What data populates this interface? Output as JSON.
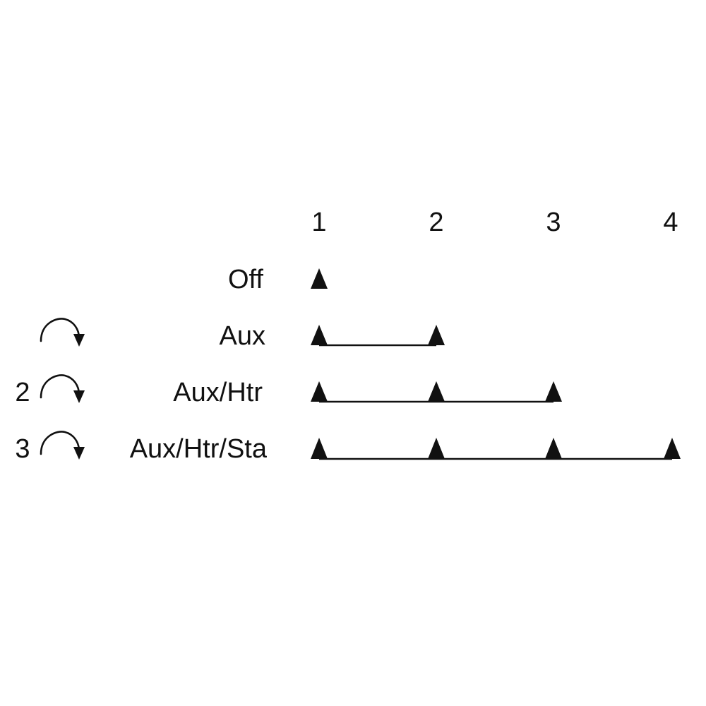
{
  "colors": {
    "ink": "#111111",
    "background": "#ffffff"
  },
  "columns": [
    "1",
    "2",
    "3",
    "4"
  ],
  "rows": [
    {
      "label": "Off",
      "count": "",
      "icon": "",
      "positions": 1
    },
    {
      "label": "Aux",
      "count": "",
      "icon": "clockwise-arrow-icon",
      "positions": 2
    },
    {
      "label": "Aux/Htr",
      "count": "2",
      "icon": "clockwise-arrow-icon",
      "positions": 3
    },
    {
      "label": "Aux/Htr/Sta",
      "count": "3",
      "icon": "clockwise-arrow-icon",
      "positions": 4
    }
  ]
}
